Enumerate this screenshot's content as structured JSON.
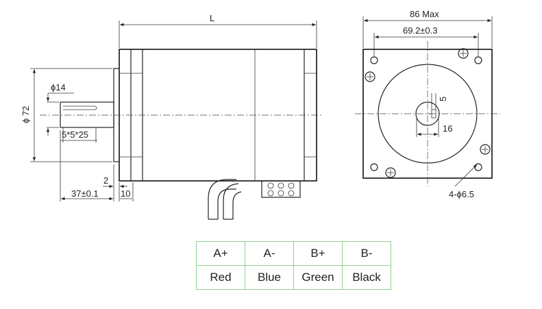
{
  "side_view": {
    "length_label": "L",
    "diameter_label": "ϕ 72",
    "shaft_diameter_label": "ϕ14",
    "key_label": "5*5*25",
    "flange_thickness_label": "2",
    "shaft_length_label": "37±0.1",
    "boss_length_label": "10"
  },
  "front_view": {
    "width_label": "86 Max",
    "hole_spacing_label": "69.2±0.3",
    "key_width_label": "5",
    "shaft_flat_label": "16",
    "hole_label": "4-ϕ6.5"
  },
  "wiring": {
    "headers": [
      "A+",
      "A-",
      "B+",
      "B-"
    ],
    "colors": [
      "Red",
      "Blue",
      "Green",
      "Black"
    ],
    "border_color": "#8fd08f"
  }
}
